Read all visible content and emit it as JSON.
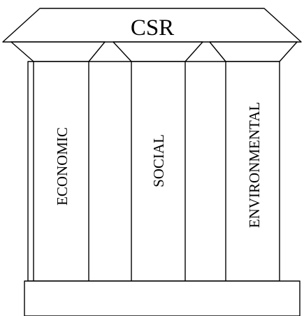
{
  "roof": {
    "label": "CSR"
  },
  "pillars": [
    {
      "label": "ECONOMIC"
    },
    {
      "label": "SOCIAL"
    },
    {
      "label": "ENVIRONMENTAL"
    }
  ]
}
